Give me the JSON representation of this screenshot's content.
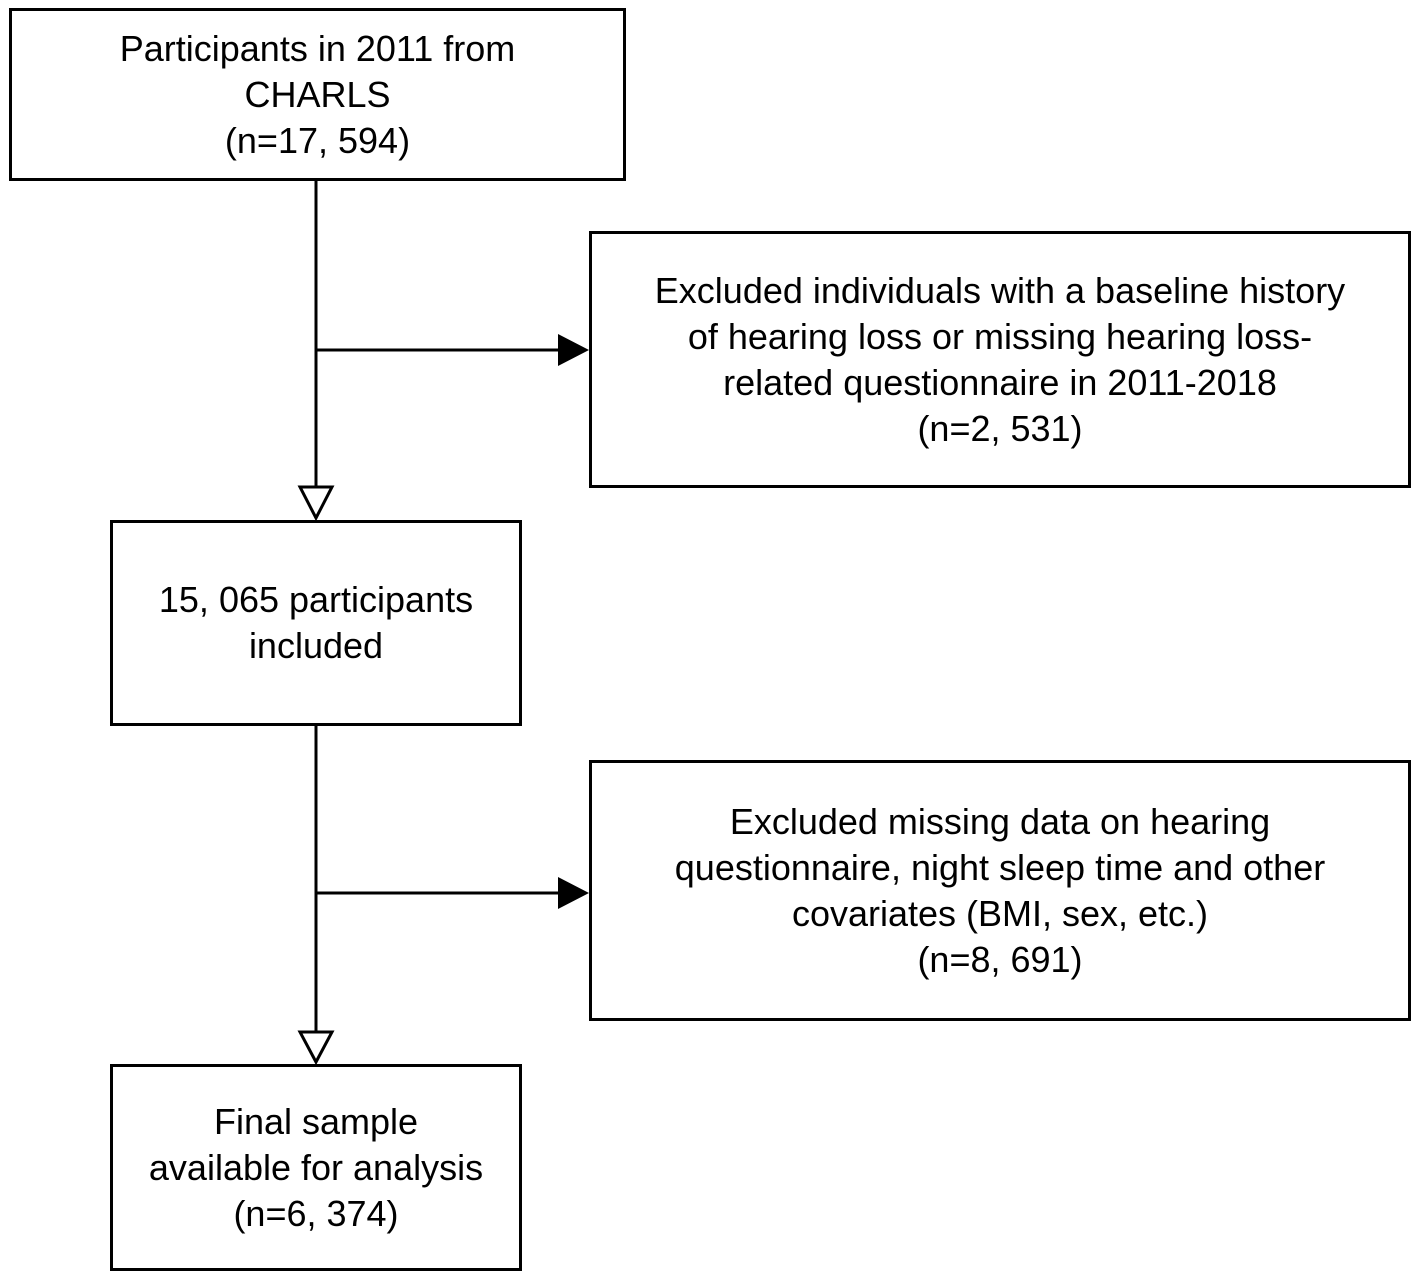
{
  "flowchart": {
    "participants_box": {
      "lines": [
        "Participants in 2011 from",
        "CHARLS",
        "(n=17, 594)"
      ]
    },
    "exclusion_1_box": {
      "lines": [
        "Excluded individuals with a baseline history",
        "of hearing loss or missing hearing loss-",
        "related questionnaire in 2011-2018",
        "(n=2, 531)"
      ]
    },
    "included_box": {
      "lines": [
        "15, 065 participants",
        "included"
      ]
    },
    "exclusion_2_box": {
      "lines": [
        "Excluded missing data on hearing",
        "questionnaire, night sleep time and other",
        "covariates (BMI, sex, etc.)",
        "(n=8, 691)"
      ]
    },
    "final_box": {
      "lines": [
        "Final sample",
        "available for analysis",
        "(n=6, 374)"
      ]
    }
  }
}
